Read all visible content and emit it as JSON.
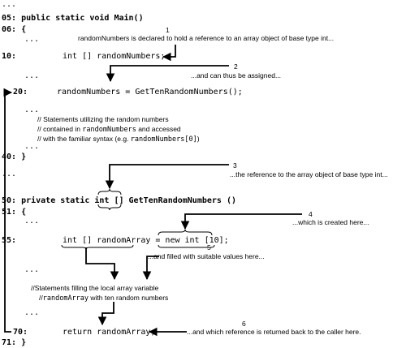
{
  "code": {
    "line_top_dots": "...",
    "line_05": "05: public static void Main()",
    "line_06": "06: {",
    "dots_a": "...",
    "line_10_num": "10:",
    "line_10_text": "int [] randomNumbers;",
    "dots_b": "...",
    "line_20_num": "20:",
    "line_20_text": "randomNumbers = GetTenRandomNumbers();",
    "dots_c": "...",
    "comment_1": "// Statements utilizing the random numbers",
    "comment_2_a": "// contained in ",
    "comment_2_code": "randomNumbers",
    "comment_2_b": " and accessed",
    "comment_3_a": "// with the familiar syntax (e.g. ",
    "comment_3_code": "randomNumbers[0]",
    "comment_3_b": ")",
    "dots_d": "...",
    "line_40": "40: }",
    "dots_e": "...",
    "line_50_a": "50: private static ",
    "line_50_int": "int",
    "line_50_b": " [] GetTenRandomNumbers ()",
    "line_51": "51: {",
    "dots_f": "...",
    "line_55_num": "55:",
    "line_55_text": "int [] randomArray = new int [10];",
    "dots_g": "...",
    "comment_4": "//Statements filling the local array variable",
    "comment_5_a": "//",
    "comment_5_code": "randomArray",
    "comment_5_b": " with ten random numbers",
    "dots_h": "...",
    "line_70_num": "70:",
    "line_70_text": "return randomArray;",
    "line_71": "71: }"
  },
  "annotations": [
    {
      "number": "1",
      "text": "randomNumbers is declared to hold a reference to an array object of base type int..."
    },
    {
      "number": "2",
      "text": "...and can thus be assigned..."
    },
    {
      "number": "3",
      "text": "...the reference to the array object of base type int..."
    },
    {
      "number": "4",
      "text": "...which is created here..."
    },
    {
      "number": "5",
      "text": "...and filled with suitable values here..."
    },
    {
      "number": "6",
      "text": "...and which reference is returned back to the caller here."
    }
  ],
  "colors": {
    "ink": "#000000",
    "background": "#ffffff"
  }
}
